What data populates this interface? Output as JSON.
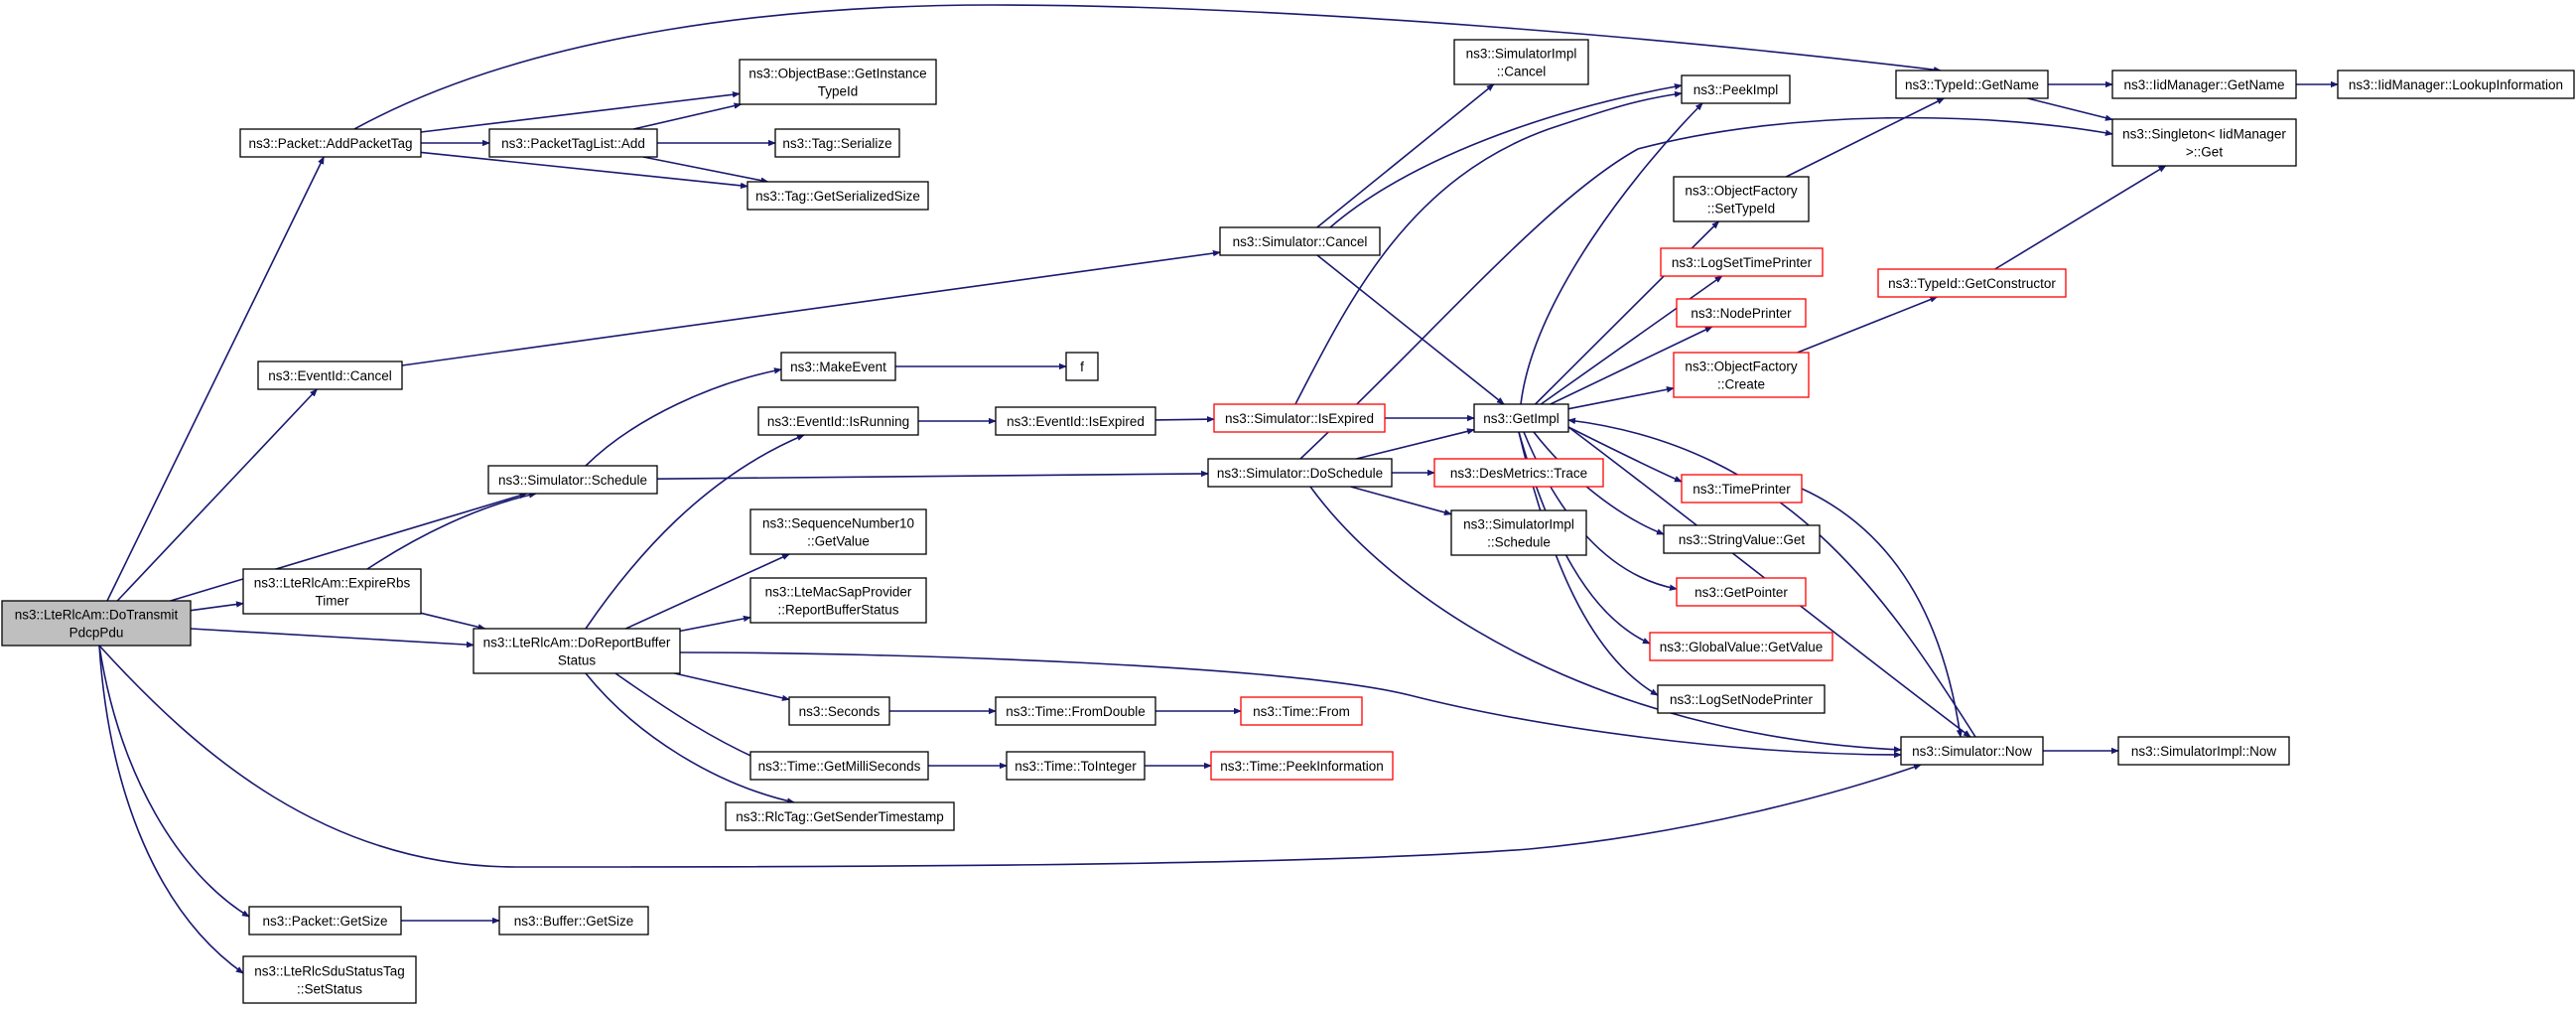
{
  "graph": {
    "nodes": [
      {
        "id": "root",
        "lines": [
          "ns3::LteRlcAm::DoTransmit",
          "PdcpPdu"
        ],
        "style": "root"
      },
      {
        "id": "addPacketTag",
        "lines": [
          "ns3::Packet::AddPacketTag"
        ]
      },
      {
        "id": "eventIdCancel",
        "lines": [
          "ns3::EventId::Cancel"
        ]
      },
      {
        "id": "simSchedule",
        "lines": [
          "ns3::Simulator::Schedule"
        ]
      },
      {
        "id": "expireRbs",
        "lines": [
          "ns3::LteRlcAm::ExpireRbs",
          "Timer"
        ]
      },
      {
        "id": "doReportBuffer",
        "lines": [
          "ns3::LteRlcAm::DoReportBuffer",
          "Status"
        ]
      },
      {
        "id": "packetGetSize",
        "lines": [
          "ns3::Packet::GetSize"
        ]
      },
      {
        "id": "sduSetStatus",
        "lines": [
          "ns3::LteRlcSduStatusTag",
          "::SetStatus"
        ]
      },
      {
        "id": "objBaseGetInstance",
        "lines": [
          "ns3::ObjectBase::GetInstance",
          "TypeId"
        ]
      },
      {
        "id": "packetTagListAdd",
        "lines": [
          "ns3::PacketTagList::Add"
        ]
      },
      {
        "id": "tagSerialize",
        "lines": [
          "ns3::Tag::Serialize"
        ]
      },
      {
        "id": "tagGetSerializedSize",
        "lines": [
          "ns3::Tag::GetSerializedSize"
        ]
      },
      {
        "id": "makeEvent",
        "lines": [
          "ns3::MakeEvent"
        ]
      },
      {
        "id": "f",
        "lines": [
          "f"
        ]
      },
      {
        "id": "eventIdIsRunning",
        "lines": [
          "ns3::EventId::IsRunning"
        ]
      },
      {
        "id": "eventIdIsExpired",
        "lines": [
          "ns3::EventId::IsExpired"
        ]
      },
      {
        "id": "seqGetValue",
        "lines": [
          "ns3::SequenceNumber10",
          "::GetValue"
        ]
      },
      {
        "id": "macReport",
        "lines": [
          "ns3::LteMacSapProvider",
          "::ReportBufferStatus"
        ]
      },
      {
        "id": "seconds",
        "lines": [
          "ns3::Seconds"
        ]
      },
      {
        "id": "timeFromDouble",
        "lines": [
          "ns3::Time::FromDouble"
        ]
      },
      {
        "id": "timeFrom",
        "lines": [
          "ns3::Time::From"
        ],
        "style": "red"
      },
      {
        "id": "timeGetMilli",
        "lines": [
          "ns3::Time::GetMilliSeconds"
        ]
      },
      {
        "id": "timeToInteger",
        "lines": [
          "ns3::Time::ToInteger"
        ]
      },
      {
        "id": "timePeekInfo",
        "lines": [
          "ns3::Time::PeekInformation"
        ],
        "style": "red"
      },
      {
        "id": "rlcTagTimestamp",
        "lines": [
          "ns3::RlcTag::GetSenderTimestamp"
        ]
      },
      {
        "id": "bufferGetSize",
        "lines": [
          "ns3::Buffer::GetSize"
        ]
      },
      {
        "id": "simCancel",
        "lines": [
          "ns3::Simulator::Cancel"
        ]
      },
      {
        "id": "simIsExpired",
        "lines": [
          "ns3::Simulator::IsExpired"
        ],
        "style": "red"
      },
      {
        "id": "simDoSchedule",
        "lines": [
          "ns3::Simulator::DoSchedule"
        ]
      },
      {
        "id": "simImplCancel",
        "lines": [
          "ns3::SimulatorImpl",
          "::Cancel"
        ]
      },
      {
        "id": "peekImpl",
        "lines": [
          "ns3::PeekImpl"
        ]
      },
      {
        "id": "getImpl",
        "lines": [
          "ns3::GetImpl"
        ]
      },
      {
        "id": "desMetricsTrace",
        "lines": [
          "ns3::DesMetrics::Trace"
        ],
        "style": "red"
      },
      {
        "id": "simImplSchedule",
        "lines": [
          "ns3::SimulatorImpl",
          "::Schedule"
        ]
      },
      {
        "id": "objFactorySetTypeId",
        "lines": [
          "ns3::ObjectFactory",
          "::SetTypeId"
        ]
      },
      {
        "id": "logSetTimePrinter",
        "lines": [
          "ns3::LogSetTimePrinter"
        ],
        "style": "red"
      },
      {
        "id": "nodePrinter",
        "lines": [
          "ns3::NodePrinter"
        ],
        "style": "red"
      },
      {
        "id": "objFactoryCreate",
        "lines": [
          "ns3::ObjectFactory",
          "::Create"
        ],
        "style": "red"
      },
      {
        "id": "timePrinter",
        "lines": [
          "ns3::TimePrinter"
        ],
        "style": "red"
      },
      {
        "id": "stringValueGet",
        "lines": [
          "ns3::StringValue::Get"
        ]
      },
      {
        "id": "getPointer",
        "lines": [
          "ns3::GetPointer"
        ],
        "style": "red"
      },
      {
        "id": "globalValueGetValue",
        "lines": [
          "ns3::GlobalValue::GetValue"
        ],
        "style": "red"
      },
      {
        "id": "logSetNodePrinter",
        "lines": [
          "ns3::LogSetNodePrinter"
        ]
      },
      {
        "id": "typeIdGetName",
        "lines": [
          "ns3::TypeId::GetName"
        ]
      },
      {
        "id": "iidGetName",
        "lines": [
          "ns3::IidManager::GetName"
        ]
      },
      {
        "id": "iidLookup",
        "lines": [
          "ns3::IidManager::LookupInformation"
        ]
      },
      {
        "id": "singletonGet",
        "lines": [
          "ns3::Singleton< IidManager",
          " >::Get"
        ]
      },
      {
        "id": "typeIdGetConstructor",
        "lines": [
          "ns3::TypeId::GetConstructor"
        ],
        "style": "red"
      },
      {
        "id": "simNow",
        "lines": [
          "ns3::Simulator::Now"
        ]
      },
      {
        "id": "simImplNow",
        "lines": [
          "ns3::SimulatorImpl::Now"
        ]
      }
    ],
    "edges": [
      [
        "root",
        "addPacketTag"
      ],
      [
        "root",
        "eventIdCancel"
      ],
      [
        "root",
        "simSchedule"
      ],
      [
        "root",
        "expireRbs"
      ],
      [
        "root",
        "doReportBuffer"
      ],
      [
        "root",
        "simNow"
      ],
      [
        "root",
        "packetGetSize"
      ],
      [
        "root",
        "sduSetStatus"
      ],
      [
        "addPacketTag",
        "typeIdGetName"
      ],
      [
        "addPacketTag",
        "objBaseGetInstance"
      ],
      [
        "addPacketTag",
        "packetTagListAdd"
      ],
      [
        "addPacketTag",
        "tagGetSerializedSize"
      ],
      [
        "packetTagListAdd",
        "objBaseGetInstance"
      ],
      [
        "packetTagListAdd",
        "tagSerialize"
      ],
      [
        "packetTagListAdd",
        "tagGetSerializedSize"
      ],
      [
        "eventIdCancel",
        "simCancel"
      ],
      [
        "simSchedule",
        "makeEvent"
      ],
      [
        "simSchedule",
        "simDoSchedule"
      ],
      [
        "makeEvent",
        "f"
      ],
      [
        "expireRbs",
        "simSchedule"
      ],
      [
        "expireRbs",
        "doReportBuffer"
      ],
      [
        "doReportBuffer",
        "eventIdIsRunning"
      ],
      [
        "doReportBuffer",
        "seqGetValue"
      ],
      [
        "doReportBuffer",
        "macReport"
      ],
      [
        "doReportBuffer",
        "seconds"
      ],
      [
        "doReportBuffer",
        "timeGetMilli"
      ],
      [
        "doReportBuffer",
        "rlcTagTimestamp"
      ],
      [
        "doReportBuffer",
        "simNow"
      ],
      [
        "eventIdIsRunning",
        "eventIdIsExpired"
      ],
      [
        "eventIdIsExpired",
        "simIsExpired"
      ],
      [
        "seconds",
        "timeFromDouble"
      ],
      [
        "timeFromDouble",
        "timeFrom"
      ],
      [
        "timeGetMilli",
        "timeToInteger"
      ],
      [
        "timeToInteger",
        "timePeekInfo"
      ],
      [
        "packetGetSize",
        "bufferGetSize"
      ],
      [
        "simCancel",
        "simImplCancel"
      ],
      [
        "simCancel",
        "peekImpl"
      ],
      [
        "simCancel",
        "getImpl"
      ],
      [
        "simIsExpired",
        "peekImpl"
      ],
      [
        "simIsExpired",
        "getImpl"
      ],
      [
        "simDoSchedule",
        "getImpl"
      ],
      [
        "simDoSchedule",
        "desMetricsTrace"
      ],
      [
        "simDoSchedule",
        "simImplSchedule"
      ],
      [
        "simDoSchedule",
        "singletonGet"
      ],
      [
        "simDoSchedule",
        "simNow"
      ],
      [
        "getImpl",
        "peekImpl"
      ],
      [
        "getImpl",
        "objFactorySetTypeId"
      ],
      [
        "getImpl",
        "logSetTimePrinter"
      ],
      [
        "getImpl",
        "nodePrinter"
      ],
      [
        "getImpl",
        "objFactoryCreate"
      ],
      [
        "getImpl",
        "timePrinter"
      ],
      [
        "getImpl",
        "stringValueGet"
      ],
      [
        "getImpl",
        "getPointer"
      ],
      [
        "getImpl",
        "globalValueGetValue"
      ],
      [
        "getImpl",
        "logSetNodePrinter"
      ],
      [
        "getImpl",
        "simNow"
      ],
      [
        "objFactorySetTypeId",
        "typeIdGetName"
      ],
      [
        "objFactoryCreate",
        "typeIdGetConstructor"
      ],
      [
        "timePrinter",
        "simNow"
      ],
      [
        "typeIdGetName",
        "iidGetName"
      ],
      [
        "typeIdGetName",
        "singletonGet"
      ],
      [
        "iidGetName",
        "iidLookup"
      ],
      [
        "typeIdGetConstructor",
        "singletonGet"
      ],
      [
        "simNow",
        "getImpl"
      ],
      [
        "simNow",
        "simImplNow"
      ]
    ]
  }
}
